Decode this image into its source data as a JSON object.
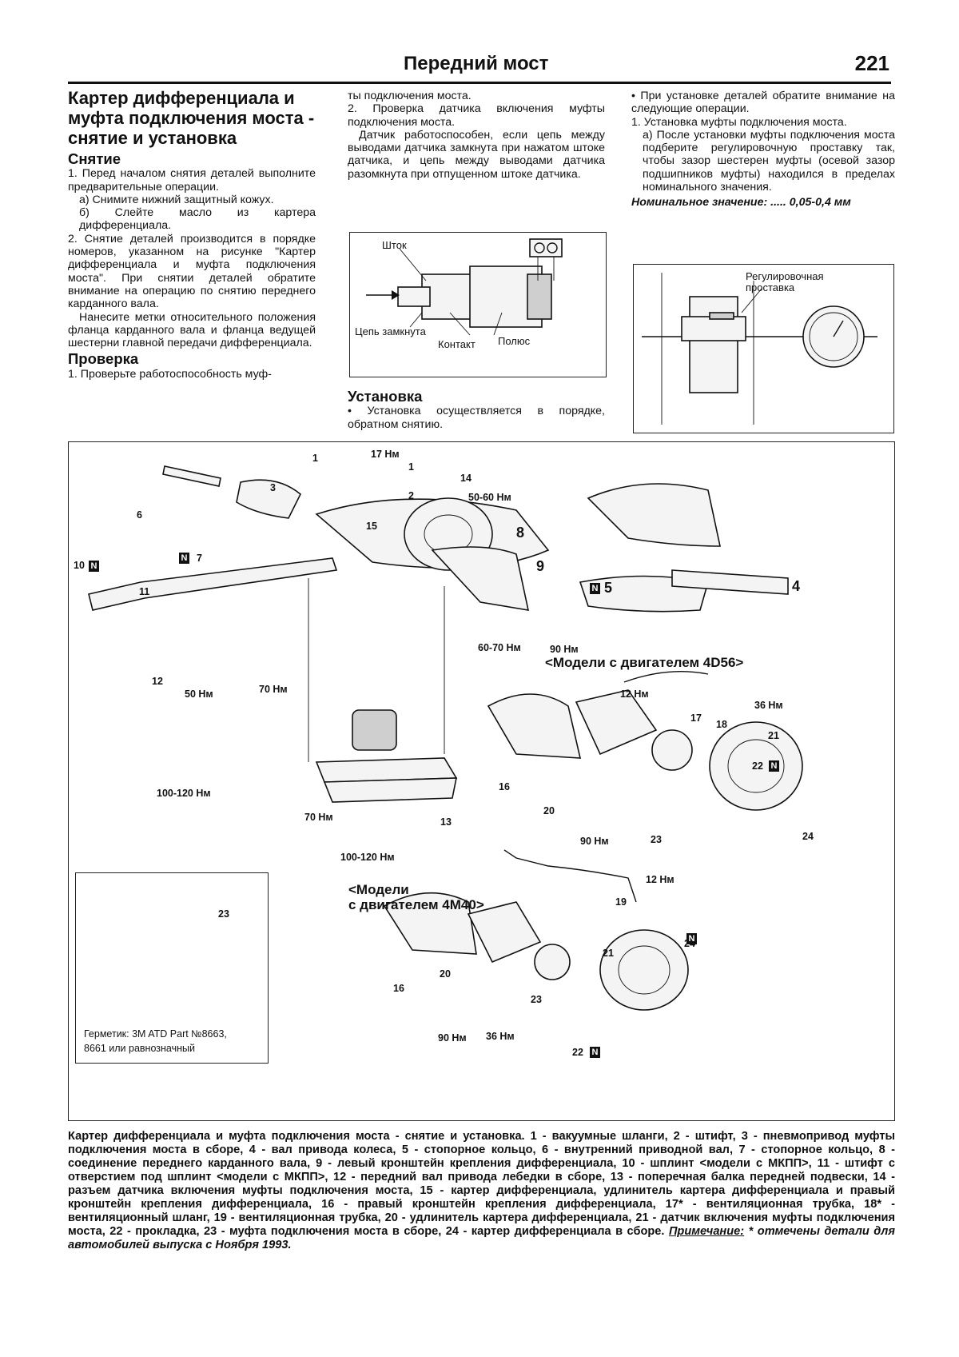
{
  "header": {
    "title": "Передний мост",
    "page_number": "221"
  },
  "left_col": {
    "heading": "Картер дифференциала и муфта подключения моста - снятие и установка",
    "removal_heading": "Снятие",
    "p1": "1. Перед началом снятия деталей выполните предварительные операции.",
    "p1a": "а) Снимите нижний защитный кожух.",
    "p1b": "б) Слейте масло из картера дифференциала.",
    "p2": "2. Снятие деталей производится в порядке номеров, указанном на рисунке \"Картер дифференциала и муфта подключения моста\". При снятии деталей обратите внимание на операцию по снятию переднего карданного вала.",
    "p3": "Нанесите метки относительного положения фланца карданного вала и фланца ведущей шестерни главной передачи дифференциала.",
    "check_heading": "Проверка",
    "check1": "1. Проверьте работоспособность муф-"
  },
  "mid_col": {
    "t1": "ты подключения моста.",
    "t2": "2. Проверка датчика включения муфты подключения моста.",
    "t3": "Датчик работоспособен, если цепь между выводами датчика замкнута при нажатом штоке датчика, и цепь между выводами датчика разомкнута при отпущенном штоке датчика.",
    "fig_stem": "Шток",
    "fig_closed": "Цепь замкнута",
    "fig_contact": "Контакт",
    "fig_pole": "Полюс",
    "install_heading": "Установка",
    "install_text": "• Установка осуществляется в порядке, обратном снятию."
  },
  "right_col": {
    "t1": "• При установке деталей обратите внимание на следующие операции.",
    "t2": "1. Установка муфты подключения моста.",
    "t3": "а) После установки муфты подключения моста подберите регулировочную проставку так, чтобы зазор шестерен муфты (осевой зазор подшипников муфты) находился в пределах номинального значения.",
    "nominal": "Номинальное значение: ..... 0,05-0,4 мм",
    "fig_spacer": "Регулировочная проставка"
  },
  "diagram": {
    "labels": {
      "n1a": "1",
      "n1b": "1",
      "n2": "2",
      "n3": "3",
      "n4": "4",
      "n5": "5",
      "n6": "6",
      "n7": "7",
      "n8": "8",
      "n9": "9",
      "n10": "10",
      "n11": "11",
      "n12": "12",
      "n13": "13",
      "n14": "14",
      "n15": "15",
      "n16a": "16",
      "n16b": "16",
      "n17a": "17",
      "n18": "18",
      "n19": "19",
      "n20a": "20",
      "n20b": "20",
      "n21a": "21",
      "n21b": "21",
      "n22a": "22",
      "n22b": "22",
      "n23a": "23",
      "n23b": "23",
      "n23c": "23",
      "n24a": "24",
      "n24b": "24"
    },
    "torques": {
      "t17": "17 Нм",
      "t5060": "50-60 Нм",
      "t6070": "60-70 Нм",
      "t90a": "90 Нм",
      "t50": "50 Нм",
      "t70a": "70 Нм",
      "t70b": "70 Нм",
      "t100a": "100-120 Нм",
      "t100b": "100-120 Нм",
      "t12a": "12 Нм",
      "t36a": "36 Нм",
      "t90b": "90 Нм",
      "t12b": "12 Нм",
      "t90c": "90 Нм",
      "t36b": "36 Нм"
    },
    "model_4d56": "<Модели с двигателем 4D56>",
    "model_4m40_l1": "<Модели",
    "model_4m40_l2": "с двигателем 4M40>",
    "sealant_l1": "Герметик: 3M ATD Part №8663,",
    "sealant_l2": "8661 или равнозначный",
    "n_marker": "N"
  },
  "caption": {
    "text": "Картер дифференциала и муфта подключения моста - снятие и установка. 1 - вакуумные шланги, 2 - штифт, 3 - пневмопривод муфты подключения моста в сборе, 4 - вал привода колеса, 5 - стопорное кольцо, 6 - внутренний приводной вал, 7 - стопорное кольцо, 8 - соединение переднего карданного вала, 9 - левый кронштейн крепления дифференциала, 10 - шплинт <модели с МКПП>, 11 - штифт с отверстием под шплинт <модели с МКПП>, 12 - передний вал привода лебедки в сборе, 13 - поперечная балка передней подвески, 14 - разъем датчика включения муфты подключения моста, 15 - картер дифференциала, удлинитель картера дифференциала и правый кронштейн крепления дифференциала, 16 - правый кронштейн крепления дифференциала, 17* - вентиляционная трубка, 18* - вентиляционный шланг, 19 - вентиляционная трубка, 20 - удлинитель картера дифференциала, 21 - датчик включения муфты подключения моста, 22 - прокладка, 23 - муфта подключения моста в сборе, 24 - картер дифференциала в сборе.",
    "note_label": "Примечание:",
    "note_text": " * отмечены детали для автомобилей выпуска с Ноября 1993."
  }
}
